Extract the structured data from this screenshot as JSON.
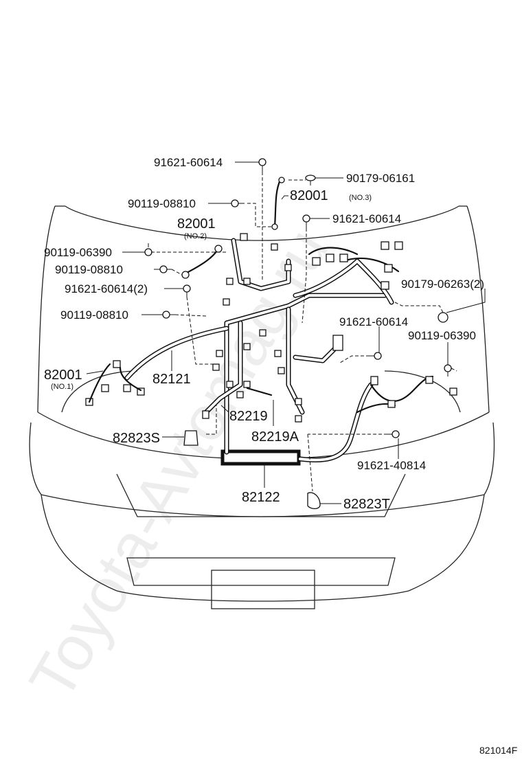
{
  "callouts": {
    "c1": "91621-60614",
    "c2": "90179-06161",
    "c3": "82001",
    "c3_sub": "(NO.3)",
    "c4": "90119-08810",
    "c5": "91621-60614",
    "c6": "82001",
    "c6_sub": "(NO.2)",
    "c7": "90119-06390",
    "c8": "90119-08810",
    "c9": "91621-60614(2)",
    "c10": "90179-06263(2)",
    "c11": "90119-08810",
    "c12": "91621-60614",
    "c13": "90119-06390",
    "c14": "82001",
    "c14_sub": "(NO.1)",
    "c15": "82121",
    "c16": "82219",
    "c17": "82823S",
    "c18": "82219A",
    "c19": "91621-40814",
    "c20": "82122",
    "c21": "82823T"
  },
  "figure_code": "821014F",
  "watermark": "Toyota-Avtomag.ru"
}
